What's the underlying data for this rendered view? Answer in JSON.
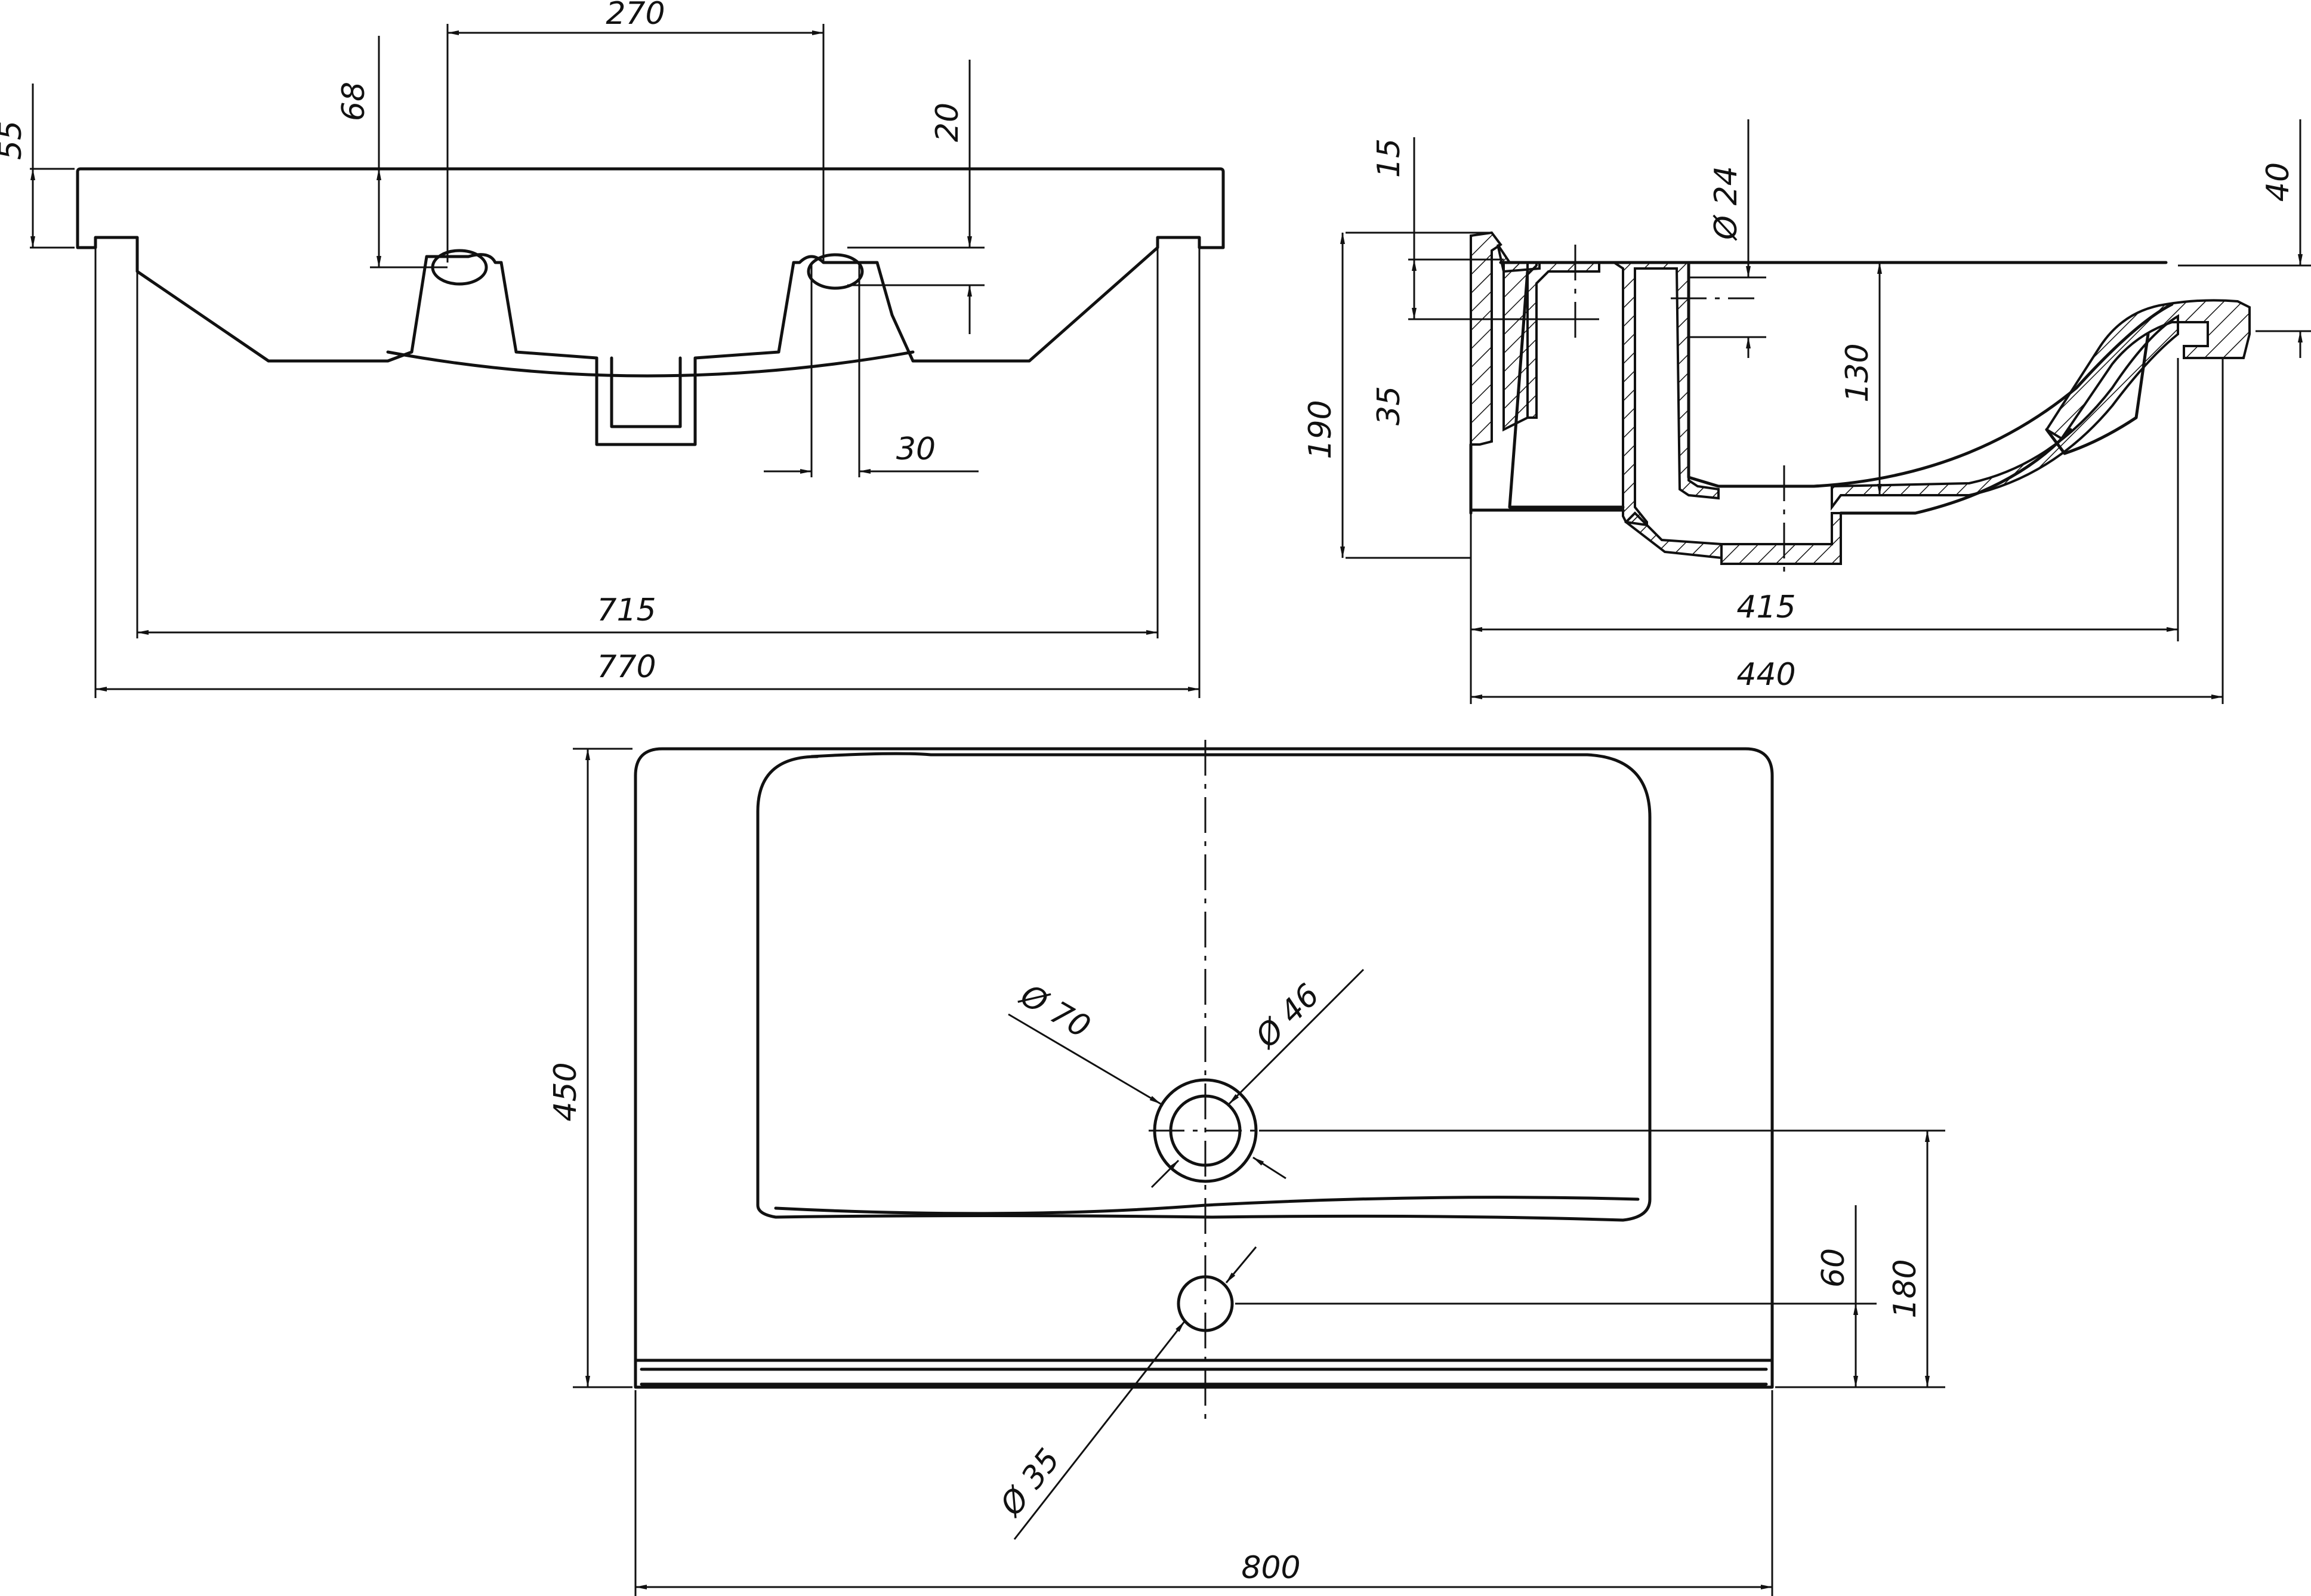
{
  "dimensions": {
    "front_view": {
      "d270": "270",
      "d68": "68",
      "d55": "55",
      "d20": "20",
      "d30": "30",
      "d715": "715",
      "d770": "770"
    },
    "side_view": {
      "d15": "15",
      "d35": "35",
      "d190": "190",
      "d24": "Ø 24",
      "d130": "130",
      "d40": "40",
      "d415": "415",
      "d440": "440"
    },
    "top_view": {
      "d450": "450",
      "d70": "Ø 70",
      "d46": "Ø 46",
      "d60": "60",
      "d180": "180",
      "d35": "Ø 35",
      "d800": "800"
    }
  }
}
